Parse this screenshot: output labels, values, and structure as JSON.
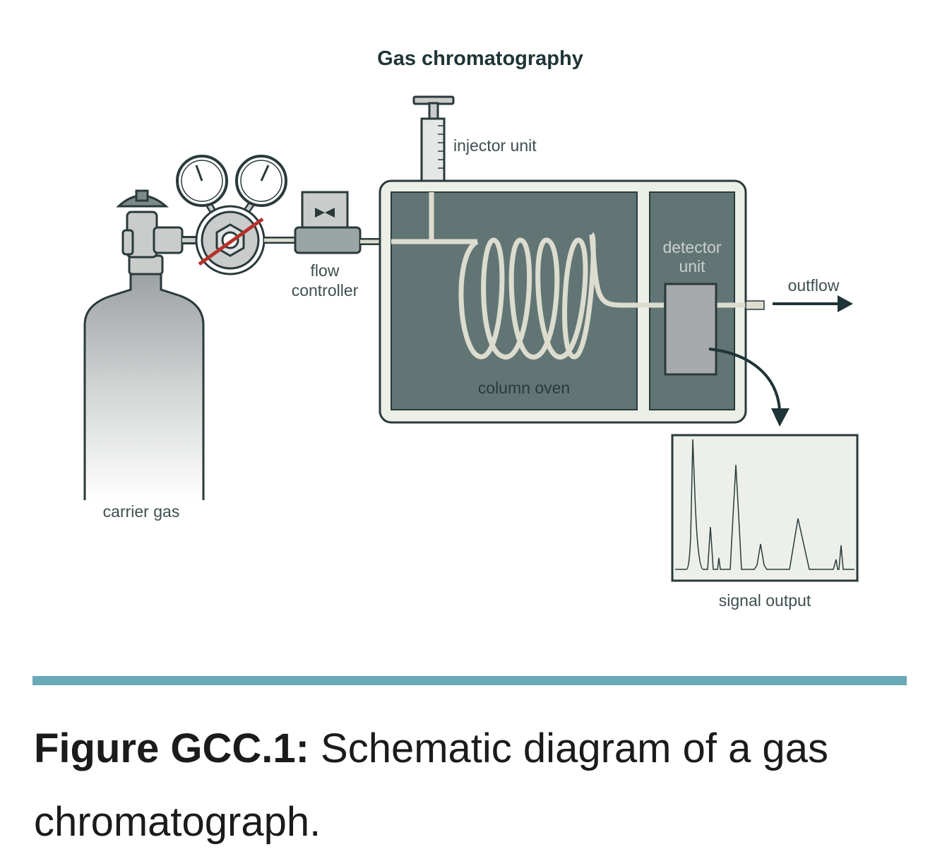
{
  "title": "Gas chromatography",
  "labels": {
    "injector": "injector unit",
    "flow_controller_line1": "flow",
    "flow_controller_line2": "controller",
    "detector_line1": "detector",
    "detector_line2": "unit",
    "outflow": "outflow",
    "column_oven": "column oven",
    "carrier_gas": "carrier gas",
    "signal_output": "signal output"
  },
  "caption": {
    "label": "Figure GCC.1:",
    "text": " Schematic diagram of a gas chromatograph."
  },
  "colors": {
    "accent_divider": "#6aa9b8",
    "oven": "#627575",
    "outline": "#2a3a3b",
    "tubing": "#dcdccf",
    "valve_red": "#b5322b"
  }
}
